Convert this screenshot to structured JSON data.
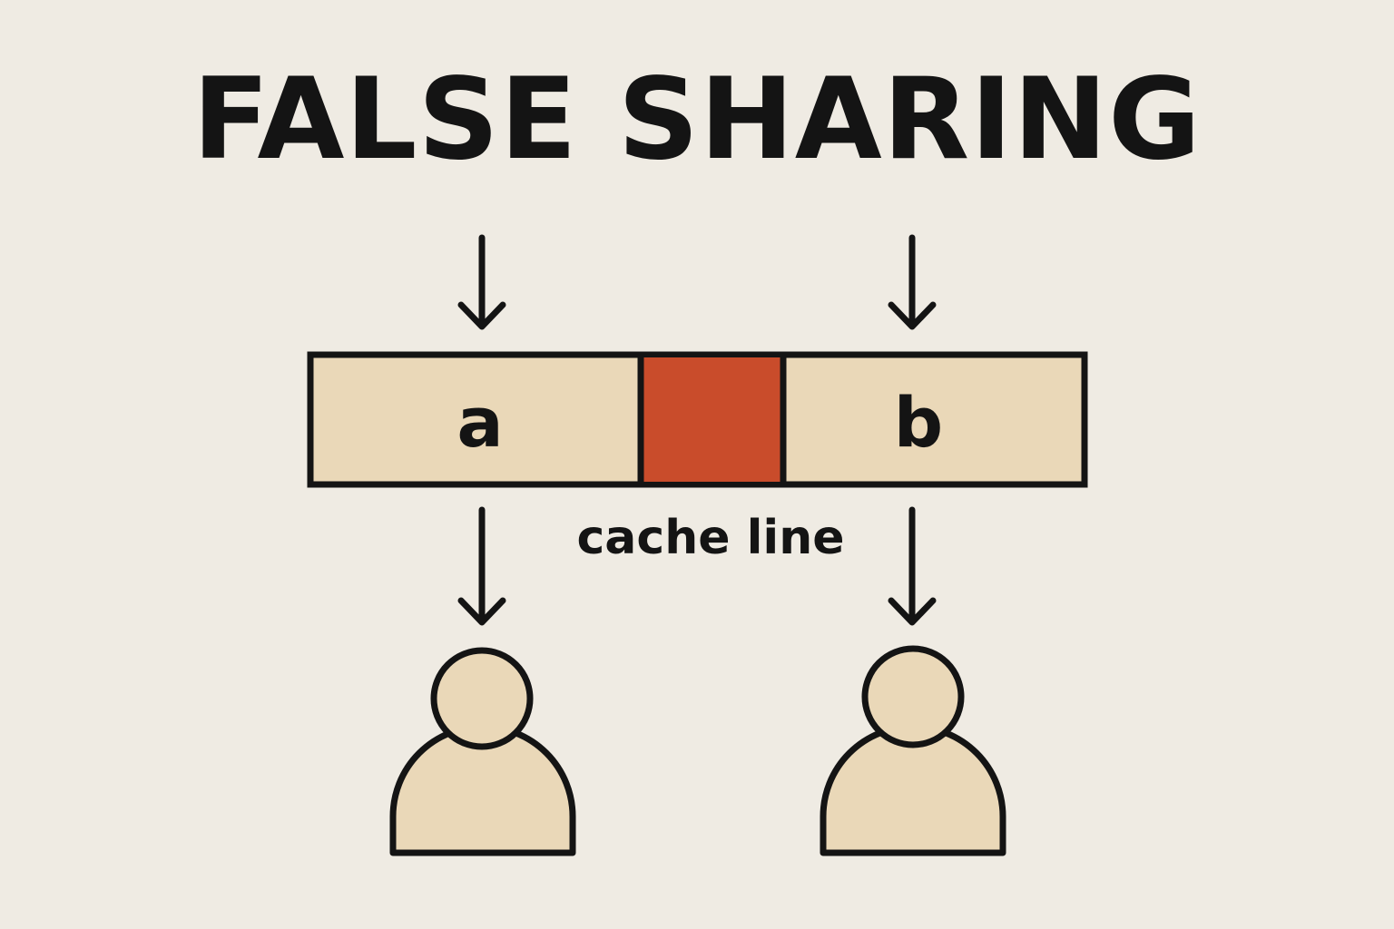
{
  "title": "FALSE SHARING",
  "cache_line": {
    "cells": [
      {
        "label": "a"
      },
      {
        "label": ""
      },
      {
        "label": "b"
      }
    ],
    "caption": "cache line"
  },
  "colors": {
    "background": "#efebe3",
    "cell_fill": "#ead8b8",
    "shared_cell_fill": "#c94c2b",
    "stroke": "#141414",
    "person_fill": "#ead8b8"
  },
  "icons": [
    "down-arrow-icon",
    "person-icon"
  ]
}
